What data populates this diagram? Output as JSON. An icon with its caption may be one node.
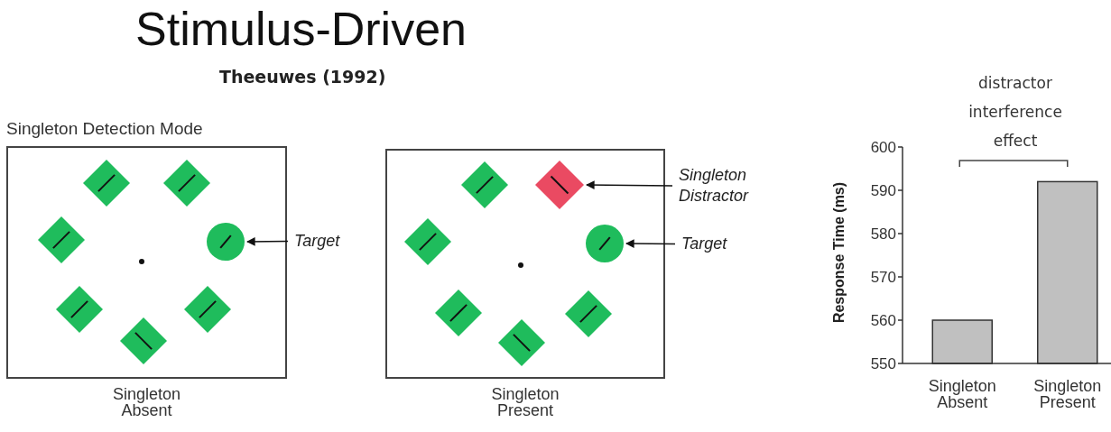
{
  "diagram": {
    "title": "Stimulus-Driven",
    "nodes": [
      {
        "text": [
          "Singleton Detection Mode"
        ],
        "beside": [
          "Singleton Absent"
        ]
      },
      {
        "text": [],
        "shape": "circle",
        "in": 0
      },
      {
        "text": [
          "Target"
        ]
      },
      {
        "text": [],
        "shape": "box",
        "beside": [
          "Singleton Present"
        ]
      },
      {
        "text": [],
        "shape": "diamond",
        "in": 3
      },
      {
        "text": [],
        "shape": "circle",
        "in": 3
      },
      {
        "text": [
          "Singleton Distractor"
        ]
      },
      {
        "text": [
          "Target"
        ]
      }
    ],
    "edges": [
      {
        "from": 2,
        "to": 1,
        "arrow": "to"
      },
      {
        "from": 6,
        "to": 4,
        "arrow": "to"
      },
      {
        "from": 7,
        "to": 5,
        "arrow": "to"
      }
    ],
    "labels": [
      "Theeuwes (1992)"
    ],
    "chart_data": {
      "type": "bar",
      "ylabel": "Response Time (ms)",
      "categories": [
        "Singleton Absent",
        "Singleton Present"
      ],
      "values": [
        560,
        592
      ],
      "ylim": [
        550,
        600
      ],
      "yticks": [
        550,
        560,
        570,
        580,
        590,
        600
      ],
      "annotations": [
        "distractor interference effect"
      ]
    }
  }
}
